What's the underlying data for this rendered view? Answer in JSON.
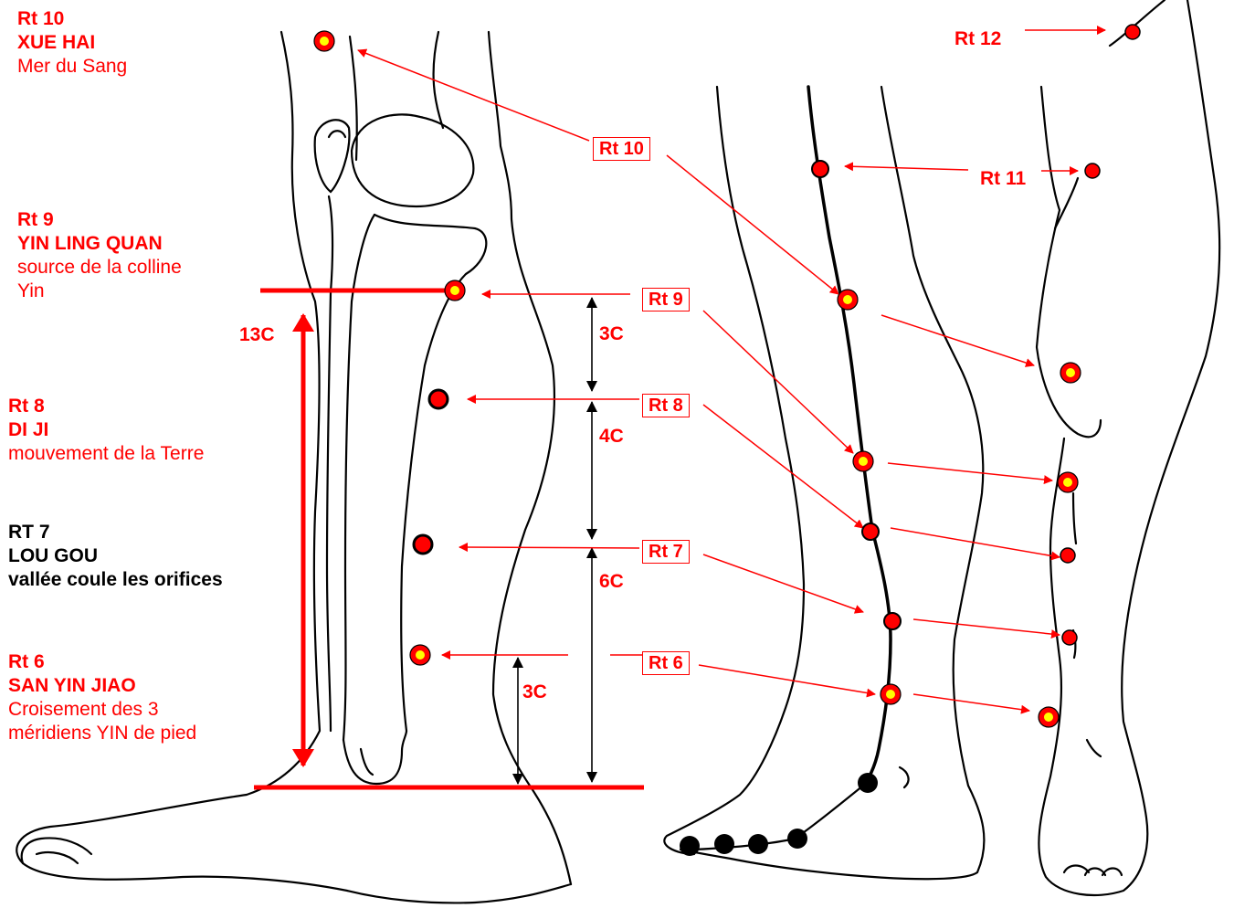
{
  "points_left": [
    {
      "code": "Rt 10",
      "name": "XUE HAI",
      "meaning": [
        "Mer du Sang"
      ],
      "color": "#ff0000"
    },
    {
      "code": "Rt 9",
      "name": "YIN LING QUAN",
      "meaning": [
        "source de la colline",
        "Yin"
      ],
      "color": "#ff0000"
    },
    {
      "code": "Rt 8",
      "name": "DI JI",
      "meaning": [
        "mouvement de la Terre"
      ],
      "color": "#ff0000"
    },
    {
      "code": "RT 7",
      "name": "LOU GOU",
      "meaning": [
        "vallée coule les orifices"
      ],
      "color": "#000000"
    },
    {
      "code": "Rt 6",
      "name": "SAN YIN JIAO",
      "meaning": [
        "Croisement des 3",
        "méridiens YIN de pied"
      ],
      "color": "#ff0000"
    }
  ],
  "box_labels": {
    "rt10": "Rt 10",
    "rt9": "Rt 9",
    "rt8": "Rt 8",
    "rt7": "Rt 7",
    "rt6": "Rt 6"
  },
  "plain_labels": {
    "rt11": "Rt 11",
    "rt12": "Rt 12"
  },
  "measures": {
    "total": "13C",
    "m1": "3C",
    "m2": "4C",
    "m3": "6C",
    "m4": "3C"
  },
  "colors": {
    "accent": "#ff0000",
    "point_center": "#ffff00",
    "outline": "#000000"
  }
}
